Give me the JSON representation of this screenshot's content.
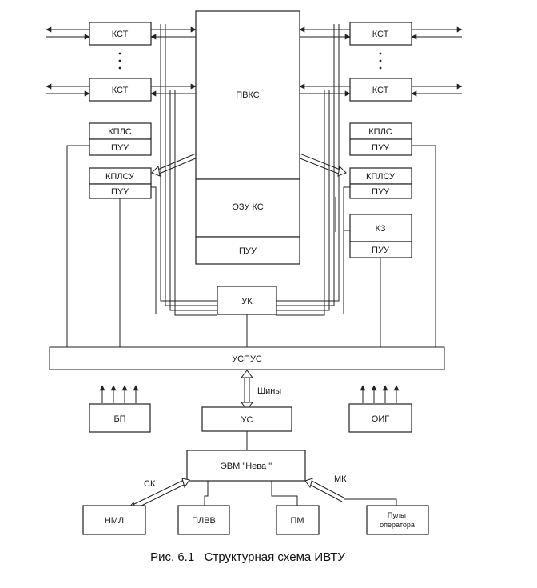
{
  "blocks": {
    "kst": "КСТ",
    "pvks": "ПВКС",
    "ozu_ks": "ОЗУ КС",
    "puu": "ПУУ",
    "kpls": "КПЛС",
    "kplsu": "КПЛСУ",
    "kplsu_right": "КПЛСУ",
    "kz": "КЗ",
    "uk": "УК",
    "uspus": "УСПУС",
    "bp": "БП",
    "us": "УС",
    "oig": "ОИГ",
    "evm": "ЭВМ \"Нева \"",
    "nml": "НМЛ",
    "plvv": "ПЛВВ",
    "pm": "ПМ",
    "pult_line1": "Пульт",
    "pult_line2": "оператора"
  },
  "labels": {
    "shiny": "Шины",
    "sk": "СК",
    "mk": "МК"
  },
  "caption": "Рис. 6.1   Структурная схема ИВТУ"
}
